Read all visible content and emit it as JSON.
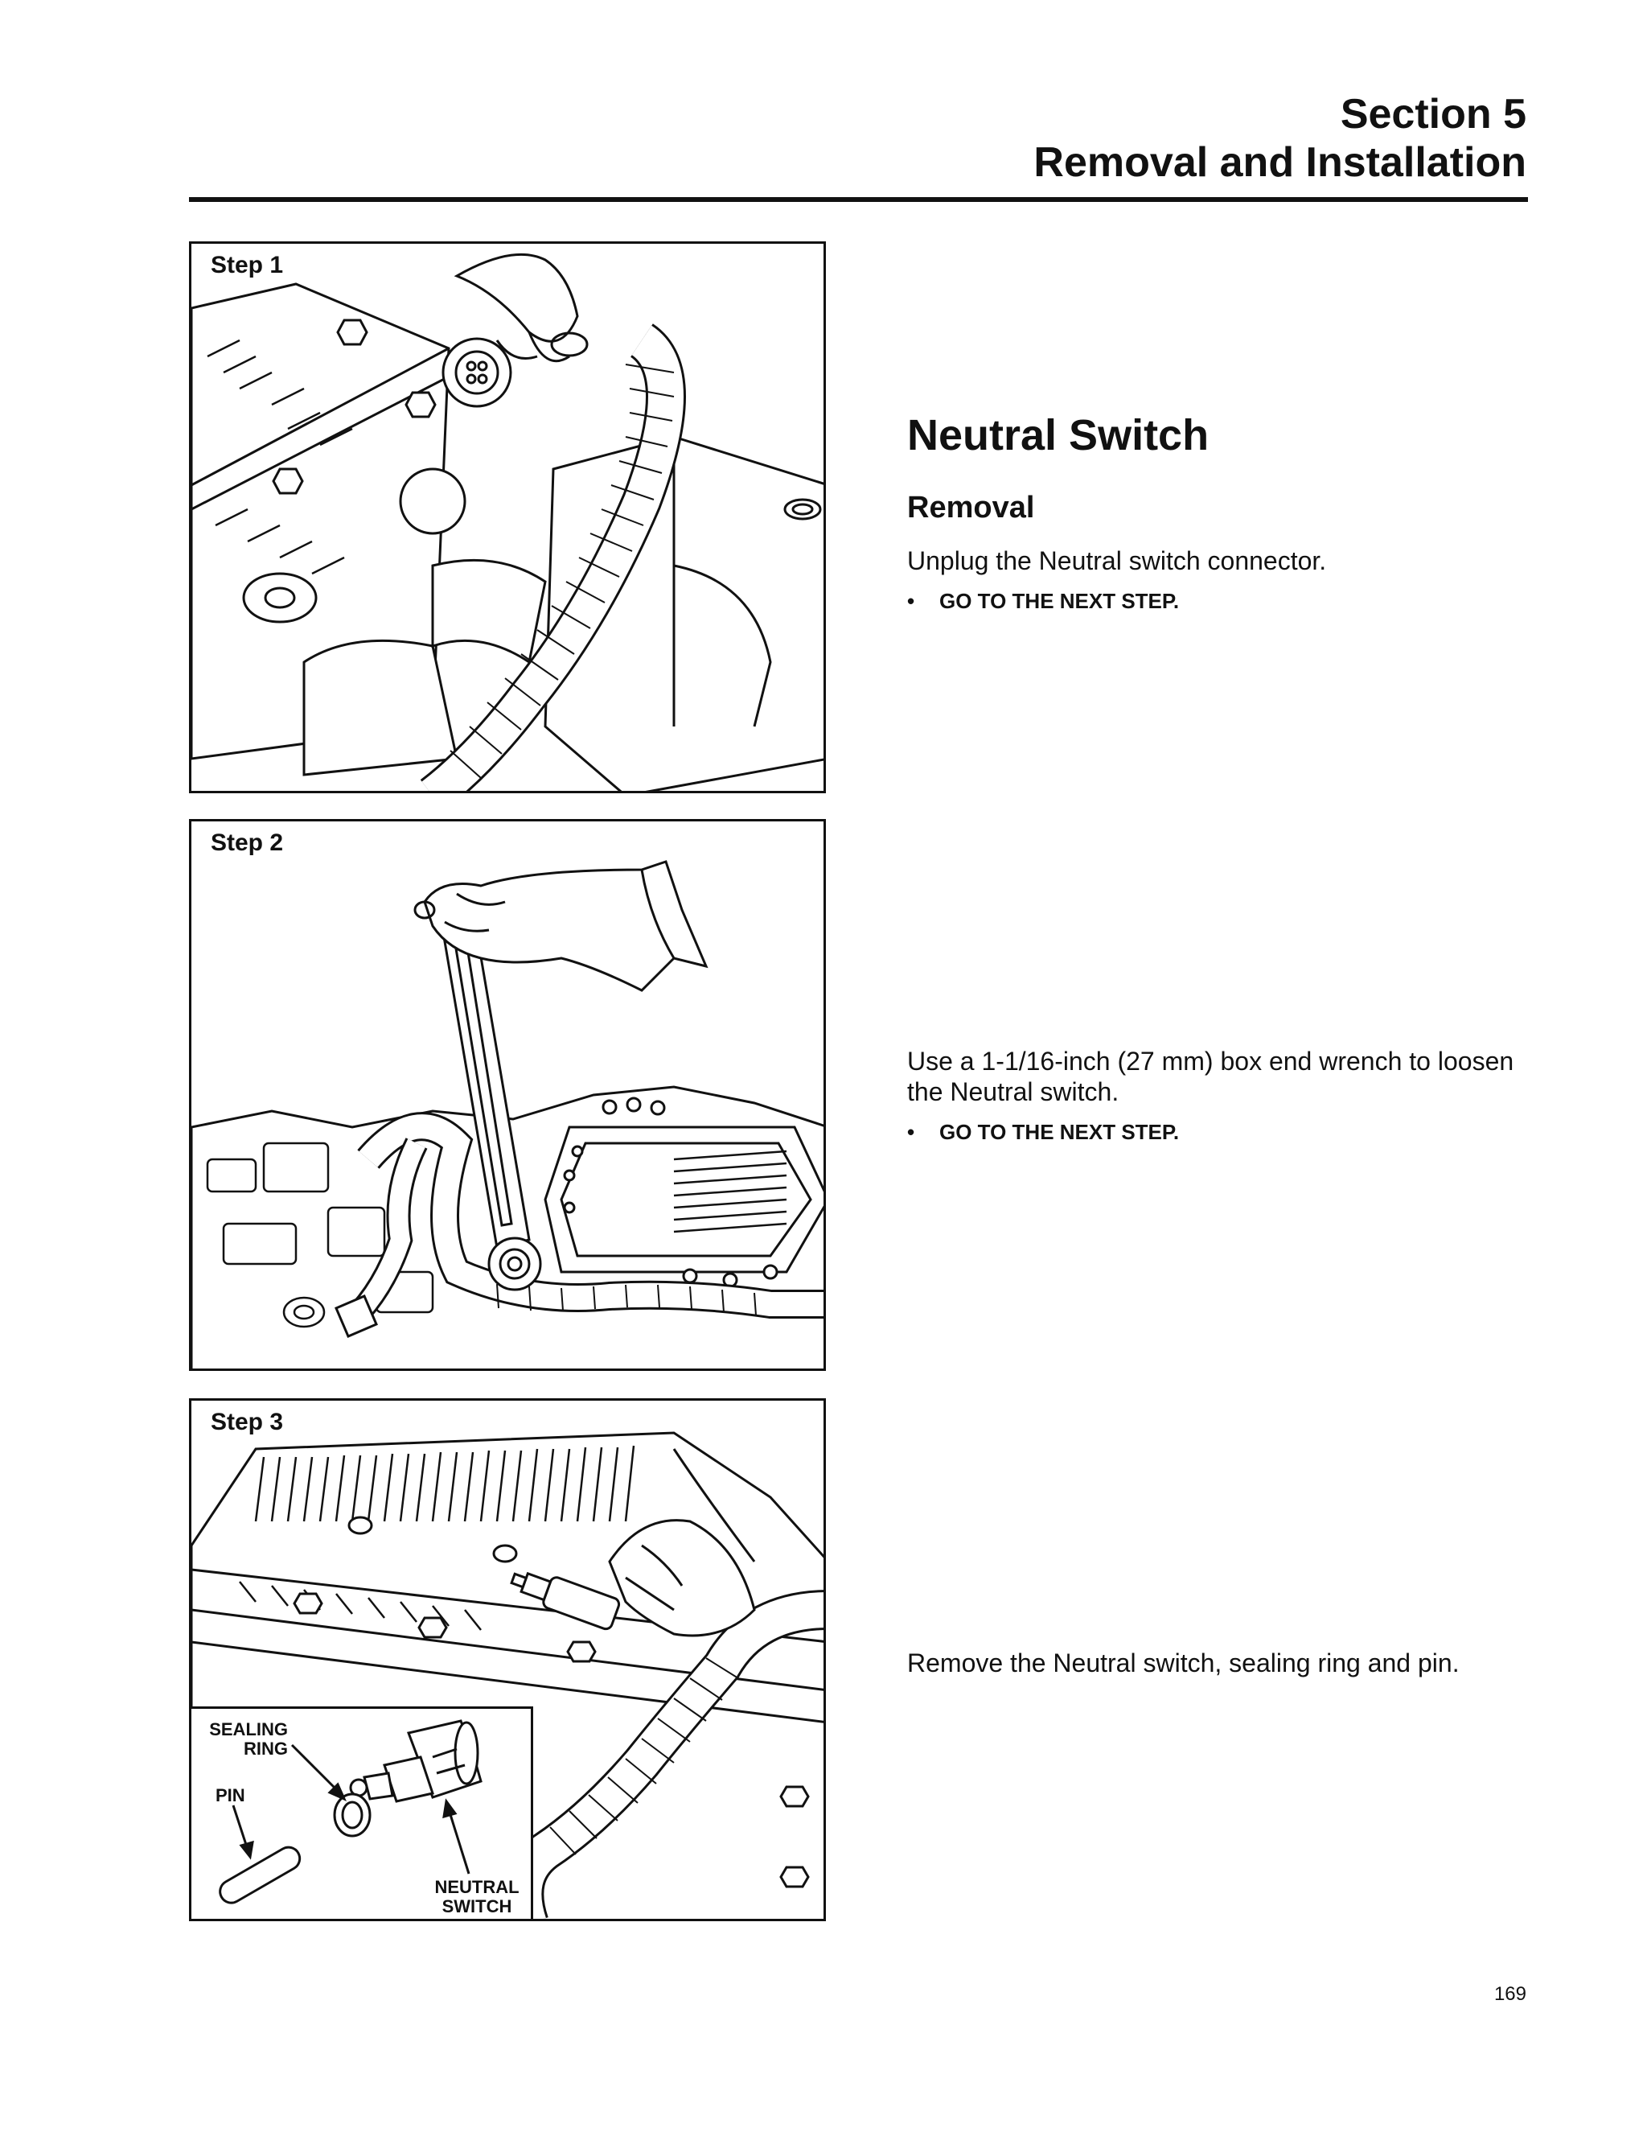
{
  "header": {
    "section": "Section 5",
    "section_title": "Removal and Installation"
  },
  "steps": [
    {
      "label": "Step 1"
    },
    {
      "label": "Step 2"
    },
    {
      "label": "Step 3"
    }
  ],
  "inset_labels": {
    "sealing_ring_line1": "SEALING",
    "sealing_ring_line2": "RING",
    "pin": "PIN",
    "neutral_switch_line1": "NEUTRAL",
    "neutral_switch_line2": "SWITCH"
  },
  "content": {
    "title": "Neutral Switch",
    "subtitle": "Removal",
    "step1_text": "Unplug the Neutral switch connector.",
    "step1_bullet": "GO TO THE NEXT STEP.",
    "step2_text": "Use a 1-1/16-inch (27 mm) box end wrench to loosen the Neutral switch.",
    "step2_bullet": "GO TO THE NEXT STEP.",
    "step3_text": "Remove the Neutral switch, sealing ring and pin."
  },
  "bullet_glyph": "•",
  "page_number": "169"
}
